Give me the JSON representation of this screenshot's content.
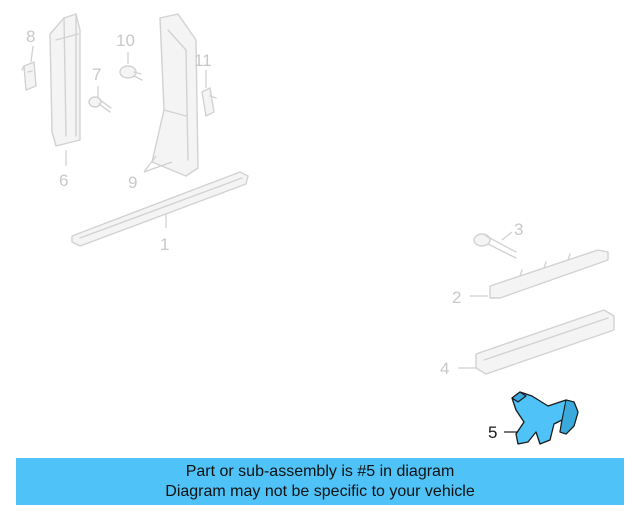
{
  "diagram": {
    "callouts": [
      "1",
      "2",
      "3",
      "4",
      "5",
      "6",
      "7",
      "8",
      "9",
      "10",
      "11"
    ],
    "highlighted_part": "5",
    "highlight_color": "#4fc3f7"
  },
  "banner": {
    "line1": "Part or sub-assembly is #5 in diagram",
    "line2": "Diagram may not be specific to your vehicle",
    "background": "#4fc3f7"
  }
}
